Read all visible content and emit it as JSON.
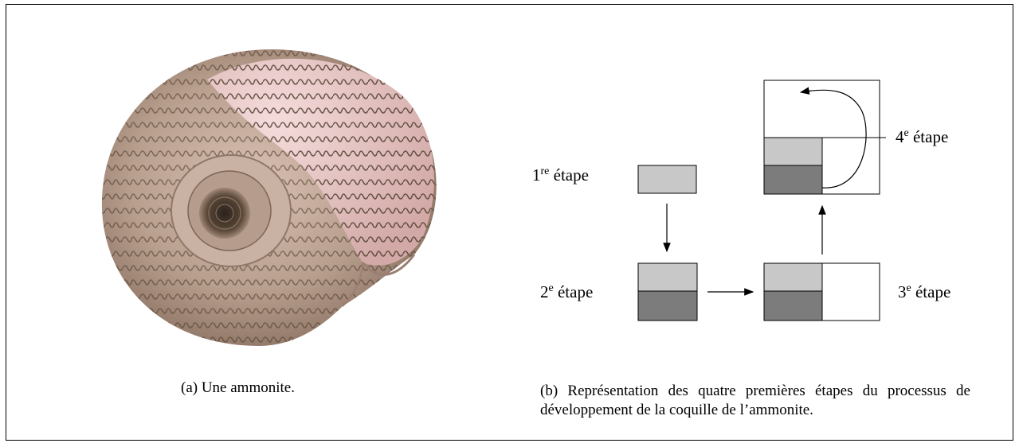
{
  "figure": {
    "caption_a": "(a) Une ammonite.",
    "caption_b": "(b) Représentation des quatre premières étapes du processus de développement de la coquille de l’ammonite."
  },
  "stages": [
    {
      "num": "1",
      "sup": "re",
      "word": "étape"
    },
    {
      "num": "2",
      "sup": "e",
      "word": "étape"
    },
    {
      "num": "3",
      "sup": "e",
      "word": "étape"
    },
    {
      "num": "4",
      "sup": "e",
      "word": "étape"
    }
  ],
  "colors": {
    "light_gray": "#c8c8c8",
    "dark_gray": "#7c7c7c",
    "shell_base": "#b89f8e",
    "shell_pink": "#e8c9c9",
    "shell_dark": "#4a3a2c"
  }
}
